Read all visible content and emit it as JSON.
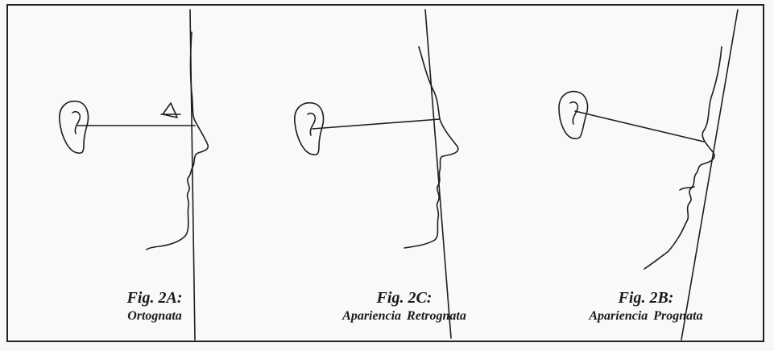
{
  "figures": [
    {
      "id": "2A",
      "fig_label": "Fig. 2A:",
      "description": "Ortognata"
    },
    {
      "id": "2C",
      "fig_label": "Fig. 2C:",
      "description": "Apariencia  Retrognata"
    },
    {
      "id": "2B",
      "fig_label": "Fig. 2B:",
      "description": "Apariencia   Prognata"
    }
  ]
}
